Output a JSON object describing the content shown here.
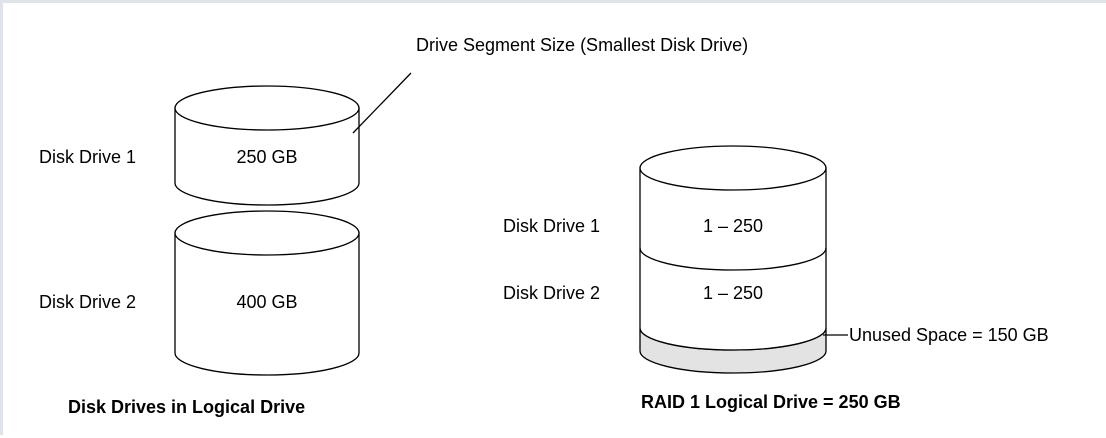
{
  "left_group": {
    "callout": "Drive Segment Size (Smallest Disk Drive)",
    "drive1_label": "Disk Drive 1",
    "drive1_capacity": "250 GB",
    "drive2_label": "Disk Drive 2",
    "drive2_capacity": "400 GB",
    "caption": "Disk Drives in Logical Drive"
  },
  "right_group": {
    "drive1_label": "Disk Drive 1",
    "drive1_range": "1 – 250",
    "drive2_label": "Disk Drive 2",
    "drive2_range": "1 – 250",
    "unused_label": "Unused Space = 150 GB",
    "caption": "RAID 1 Logical Drive = 250 GB"
  },
  "colors": {
    "stroke": "#000000",
    "unused_fill": "#e3e3e3",
    "background": "#ffffff"
  }
}
